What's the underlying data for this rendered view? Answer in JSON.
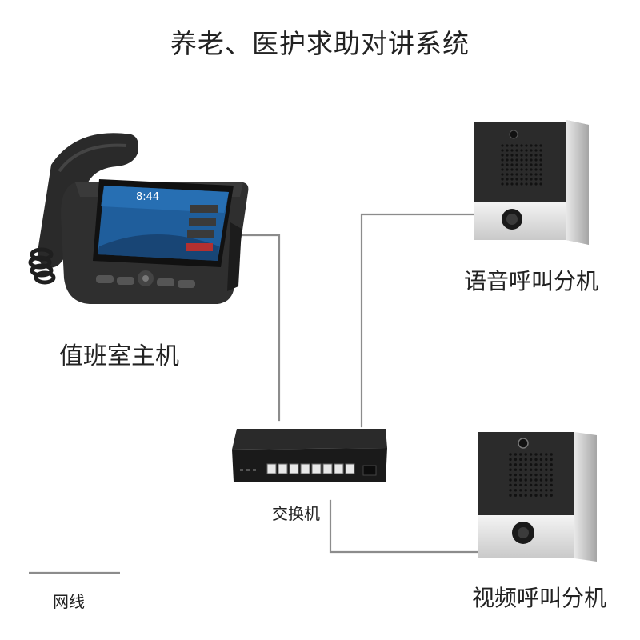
{
  "title": "养老、医护求助对讲系统",
  "nodes": {
    "host": {
      "label": "值班室主机",
      "screen_time": "8:44"
    },
    "voice": {
      "label": "语音呼叫分机"
    },
    "video": {
      "label": "视频呼叫分机"
    },
    "switch": {
      "label": "交换机"
    }
  },
  "legend": {
    "label": "网线"
  },
  "colors": {
    "wire": "#8c8c8c",
    "device_dark": "#2b2b2b",
    "panel_silver": "#d9d9d9",
    "screen_blue": "#1f5e9c"
  }
}
